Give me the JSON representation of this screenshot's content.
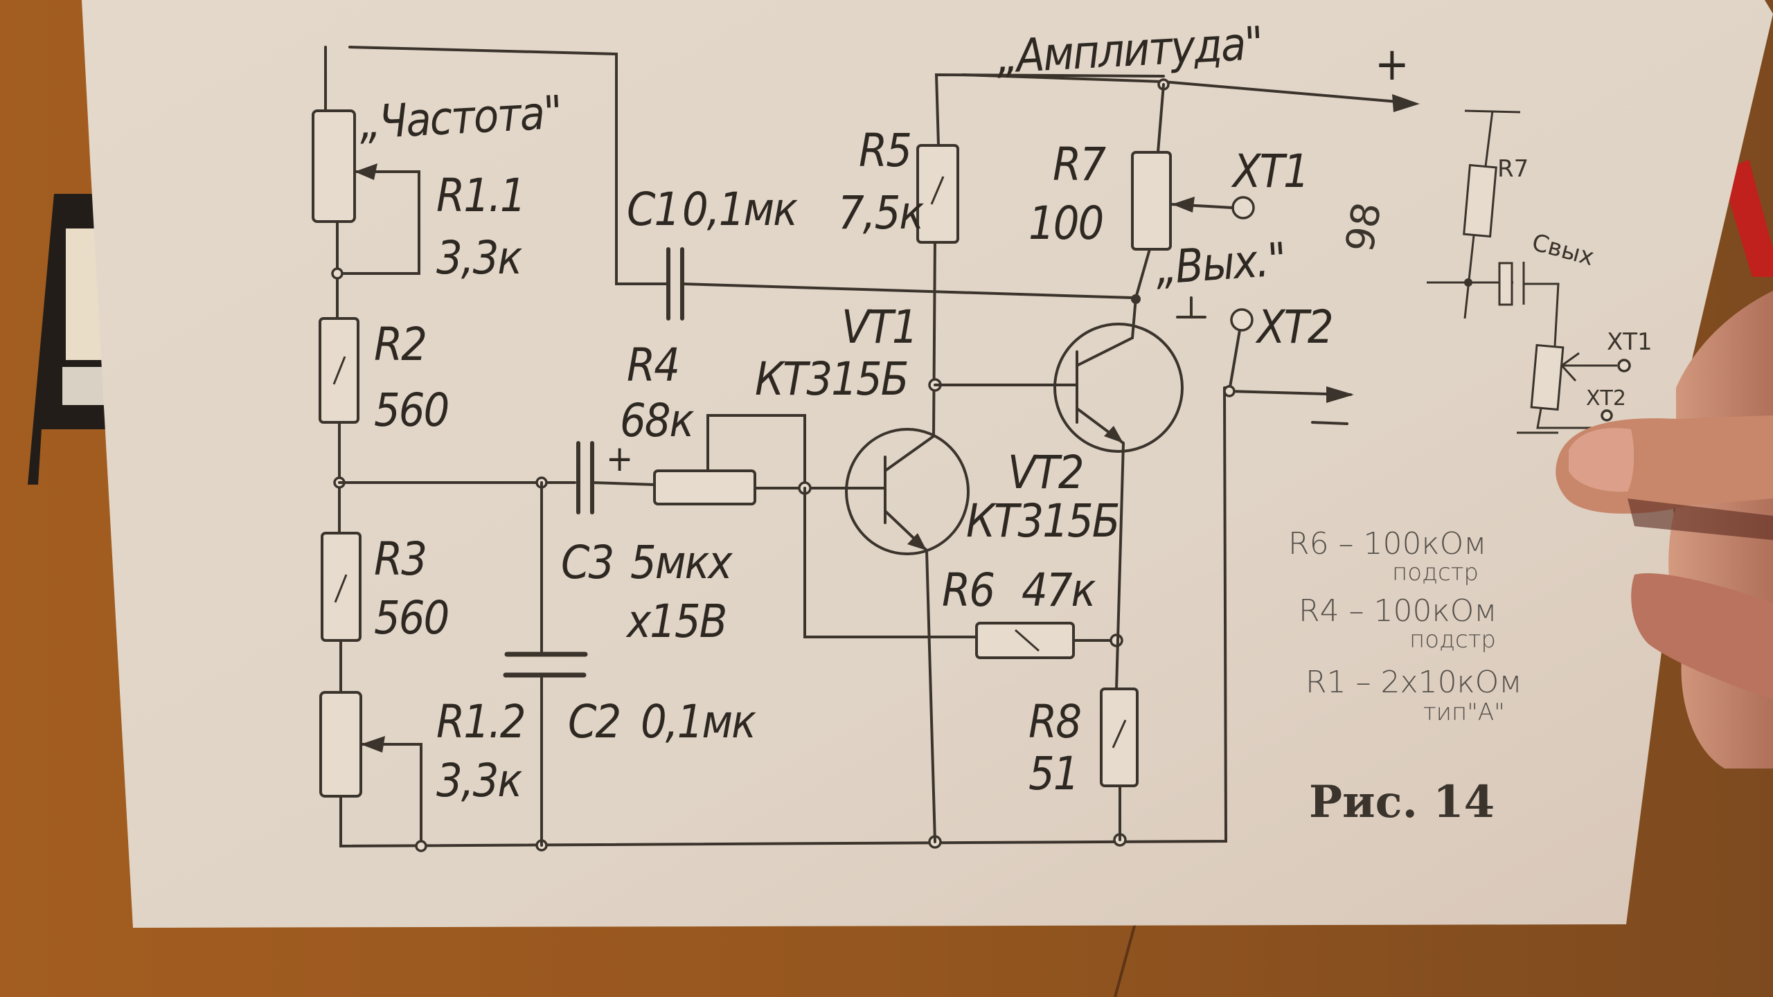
{
  "scene": {
    "description": "Photo of a printed transistor sine-wave generator schematic held by a hand over a wooden table",
    "colors": {
      "table": "#9a5a22",
      "paper": "#e2d6c8",
      "ink": "#3b342c",
      "pencil": "#55504a",
      "skin": "#c98a6e",
      "red_object": "#c0211c",
      "device_black": "#231d19"
    }
  },
  "schematic": {
    "figure_caption": "Рис. 14",
    "labels": {
      "frequency": "„Частота\"",
      "amplitude": "„Амплитуда\"",
      "plus": "+",
      "minus": "—",
      "output": "„Вых.\"",
      "ground": "⊥"
    },
    "components": {
      "r1_1": {
        "ref": "R1.1",
        "value": "3,3к"
      },
      "r1_2": {
        "ref": "R1.2",
        "value": "3,3к"
      },
      "r2": {
        "ref": "R2",
        "value": "560"
      },
      "r3": {
        "ref": "R3",
        "value": "560"
      },
      "r4": {
        "ref": "R4",
        "value": "68к"
      },
      "r5": {
        "ref": "R5",
        "value": "7,5к"
      },
      "r6": {
        "ref": "R6",
        "value": "47к"
      },
      "r7": {
        "ref": "R7",
        "value": "100"
      },
      "r8": {
        "ref": "R8",
        "value": "51"
      },
      "c1": {
        "ref": "C1",
        "value": "0,1мк"
      },
      "c2": {
        "ref": "C2",
        "value": "0,1мк"
      },
      "c3": {
        "ref": "C3",
        "value": "5мкх",
        "value2": "х15В",
        "polarity": "+"
      },
      "vt1": {
        "ref": "VT1",
        "type": "КТ315Б"
      },
      "vt2": {
        "ref": "VT2",
        "type": "КТ315Б"
      },
      "xt1": {
        "ref": "ХТ1"
      },
      "xt2": {
        "ref": "ХТ2"
      }
    }
  },
  "pen_sketch": {
    "r_label": "R7",
    "c_label": "Свых",
    "side_note": "98",
    "xt1": "ХТ1",
    "xt2": "ХТ2"
  },
  "handwritten_notes": [
    {
      "line": "R6 – 100кОм",
      "sub": "подстр"
    },
    {
      "line": "R4 – 100кОм",
      "sub": "подстр"
    },
    {
      "line": "R1 – 2х10кОм",
      "sub": "тип\"А\""
    }
  ]
}
